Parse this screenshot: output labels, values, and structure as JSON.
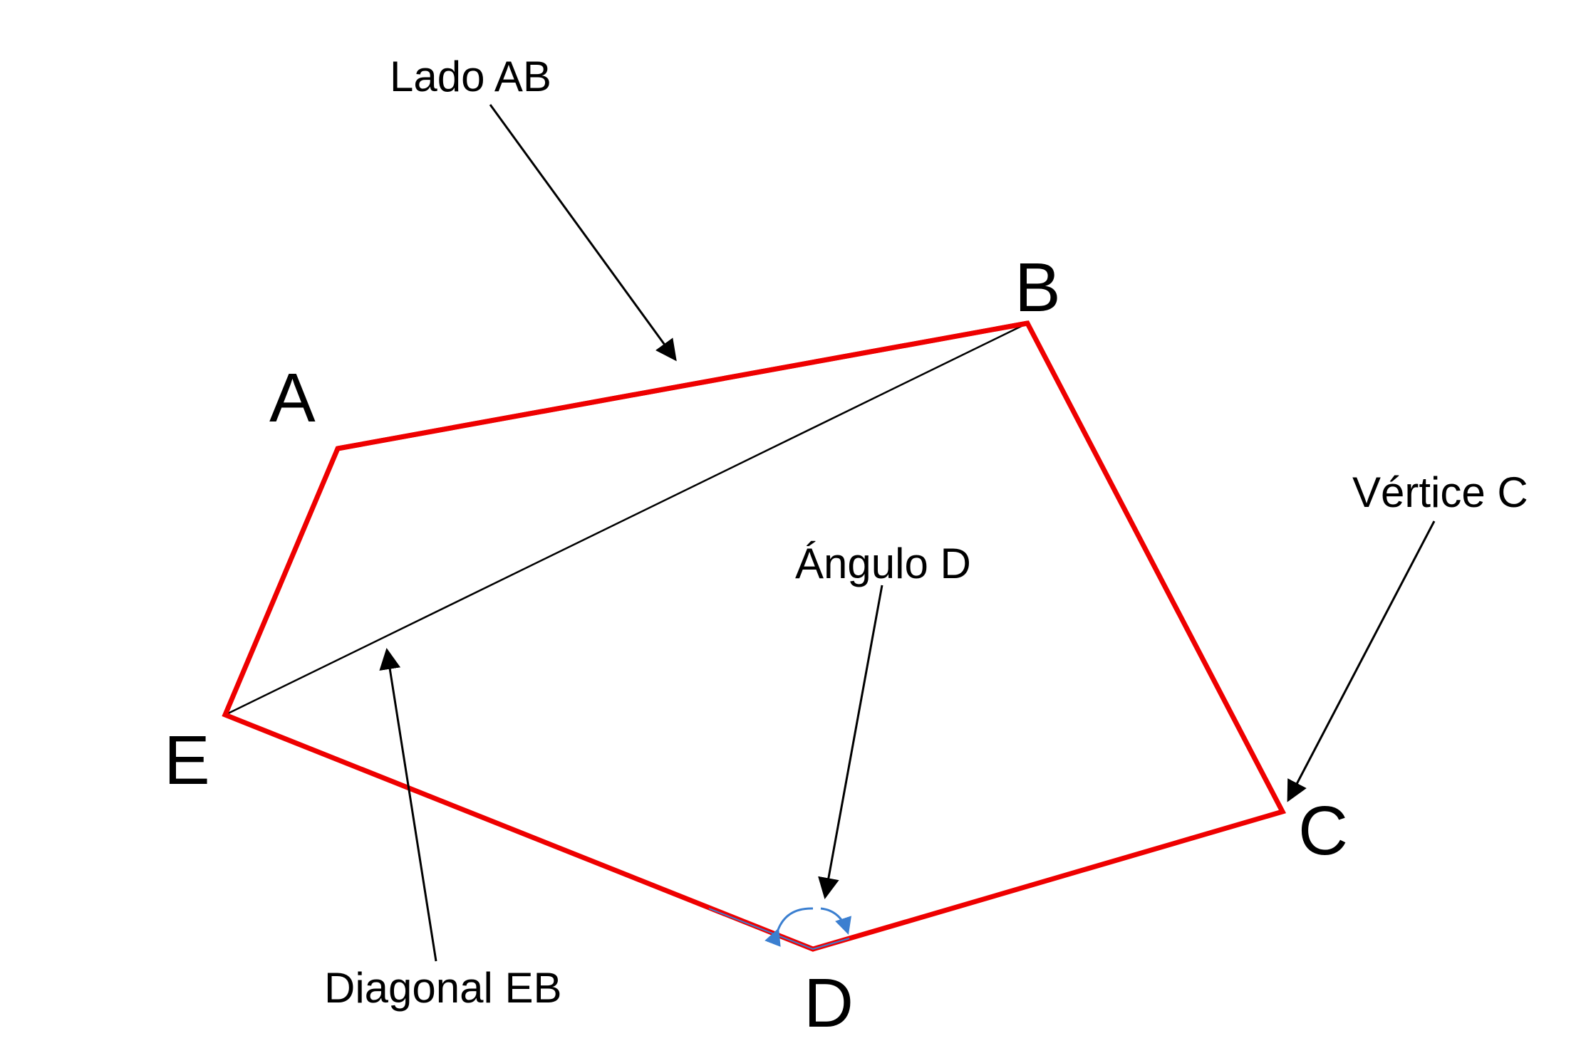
{
  "vertices": {
    "a": "A",
    "b": "B",
    "c": "C",
    "d": "D",
    "e": "E"
  },
  "annotations": {
    "side_ab": "Lado AB",
    "vertex_c": "Vértice C",
    "angle_d": "Ángulo D",
    "diagonal_eb": "Diagonal EB"
  },
  "colors": {
    "polygon": "#ee0000",
    "diagonal": "#000000",
    "arrows": "#000000",
    "angle_arc": "#3b7fd0"
  }
}
